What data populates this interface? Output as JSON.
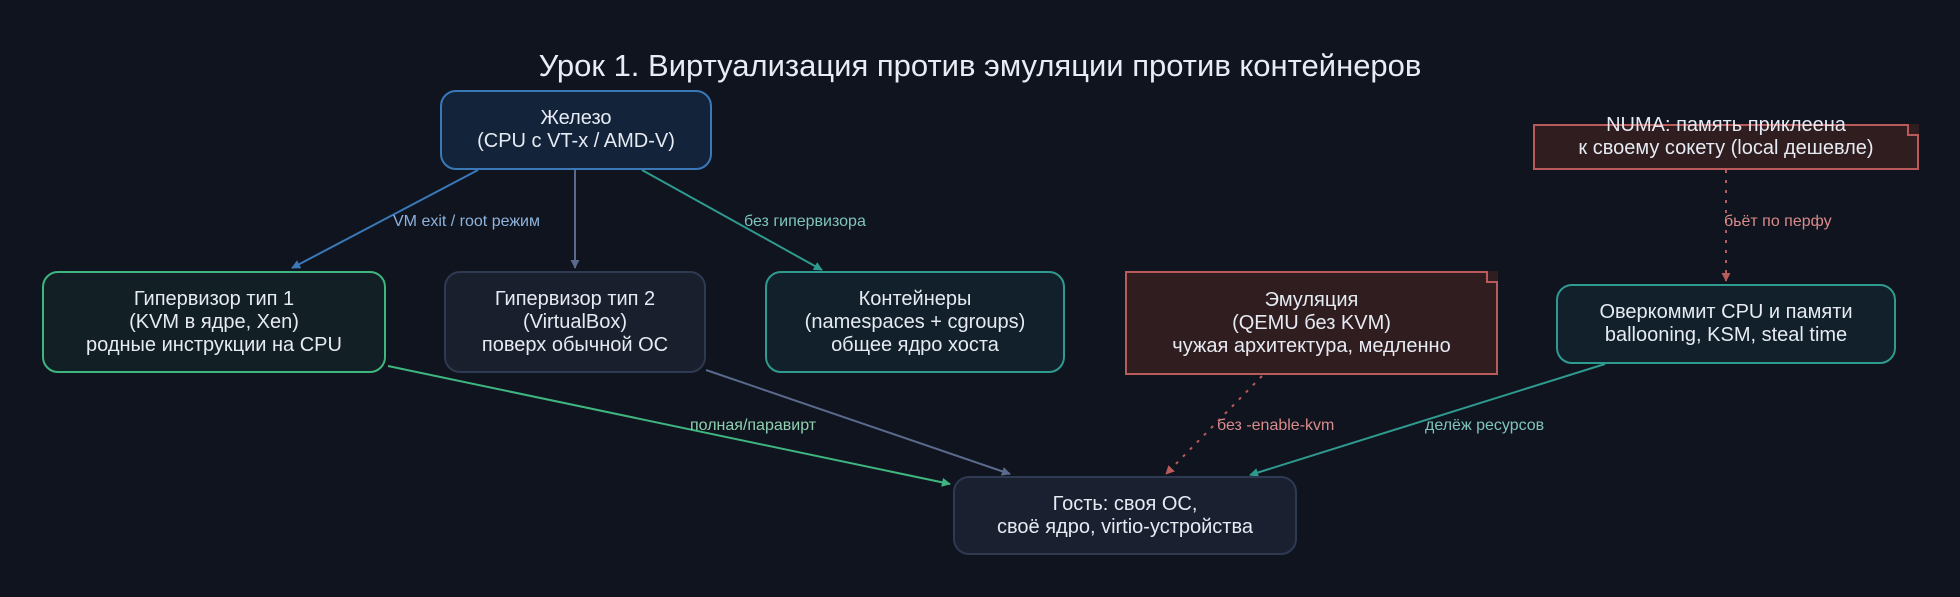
{
  "title": "Урок 1. Виртуализация против эмуляции против контейнеров",
  "nodes": {
    "hardware": {
      "lines": [
        "Железо",
        "(CPU с VT-x / AMD-V)"
      ]
    },
    "hyp1": {
      "lines": [
        "Гипервизор тип 1",
        "(KVM в ядре, Xen)",
        "родные инструкции на CPU"
      ]
    },
    "hyp2": {
      "lines": [
        "Гипервизор тип 2",
        "(VirtualBox)",
        "поверх обычной ОС"
      ]
    },
    "containers": {
      "lines": [
        "Контейнеры",
        "(namespaces + cgroups)",
        "общее ядро хоста"
      ]
    },
    "emulation": {
      "lines": [
        "Эмуляция",
        "(QEMU без KVM)",
        "чужая архитектура, медленно"
      ]
    },
    "numa": {
      "lines": [
        "NUMA: память приклеена",
        "к своему сокету (local дешевле)"
      ]
    },
    "overcommit": {
      "lines": [
        "Оверкоммит CPU и памяти",
        "ballooning, KSM, steal time"
      ]
    },
    "guest": {
      "lines": [
        "Гость: своя ОС,",
        "своё ядро, virtio-устройства"
      ]
    }
  },
  "edges": {
    "vm_exit": "VM exit / root режим",
    "no_hypervisor": "без гипервизора",
    "full_paravirt": "полная/паравирт",
    "no_kvm": "без -enable-kvm",
    "resource_split": "делёж ресурсов",
    "perf_hit": "бьёт по перфу"
  },
  "colors": {
    "background": "#0f141f",
    "blue": "#3a78b8",
    "green": "#3fb67f",
    "slate": "#5a6a8c",
    "teal": "#2f9a8e",
    "red": "#b95b5b",
    "label_blue": "#8fb3dc",
    "label_teal": "#7fc4bc",
    "label_green": "#8fd0b0",
    "label_red": "#d98b8b"
  }
}
